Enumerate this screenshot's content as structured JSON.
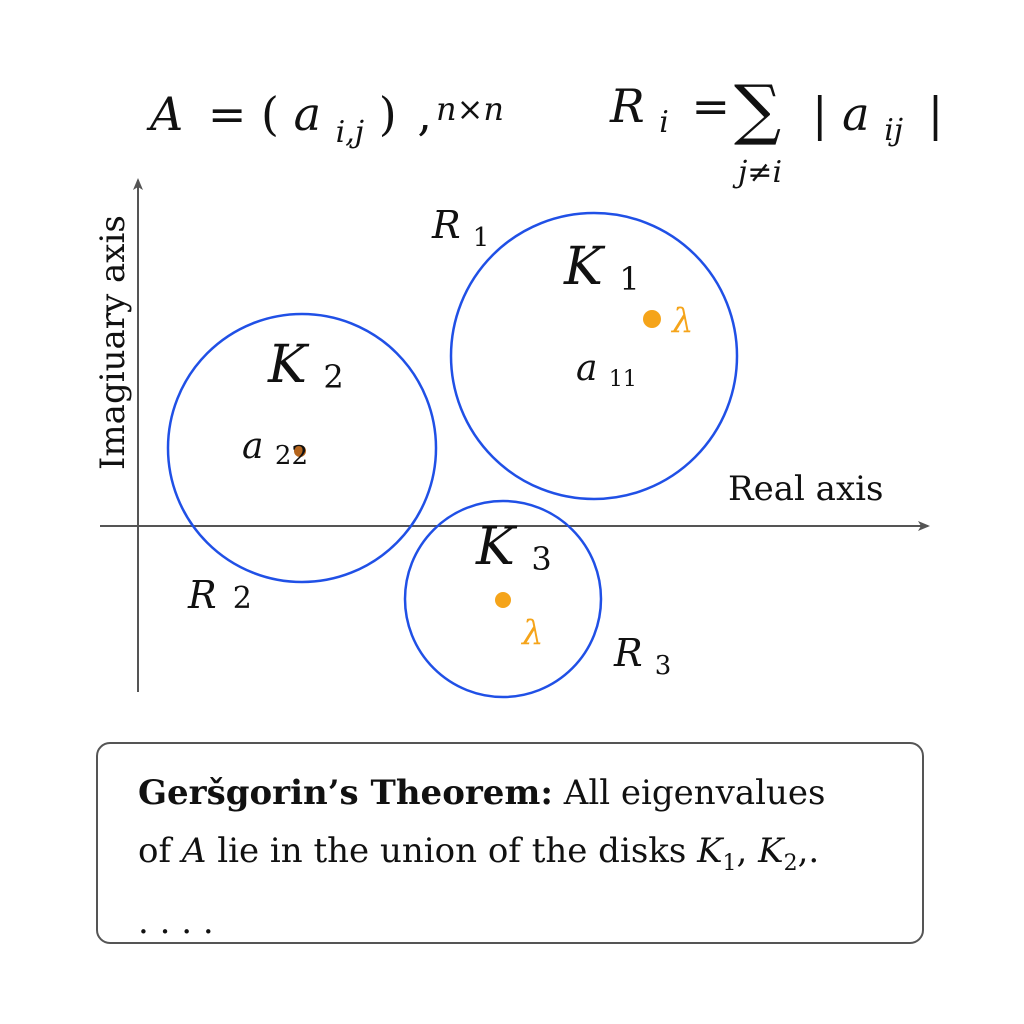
{
  "formulas": {
    "matrix_lhs": "A",
    "matrix_eq": "= (",
    "matrix_entry": "a",
    "matrix_entry_sub": "i,j",
    "matrix_close": ")",
    "matrix_comma": ",",
    "matrix_size": "n×n",
    "radius_lhs": "R",
    "radius_lhs_sub": "i",
    "radius_eq": "=",
    "sum_symbol": "∑",
    "sum_index": "j≠i",
    "abs_open": "|",
    "abs_entry": "a",
    "abs_entry_sub": "ij",
    "abs_close": "|"
  },
  "axes": {
    "y_label": "Imagiuary axis",
    "x_label": "Real axis"
  },
  "disks": {
    "k1": {
      "name": "K",
      "sub": "1",
      "radius_name": "R",
      "radius_sub": "1",
      "center_name": "a",
      "center_sub": "11",
      "eigen": "λ"
    },
    "k2": {
      "name": "K",
      "sub": "2",
      "radius_name": "R",
      "radius_sub": "2",
      "center_name": "a",
      "center_sub": "22"
    },
    "k3": {
      "name": "K",
      "sub": "3",
      "radius_name": "R",
      "radius_sub": "3",
      "eigen": "λ"
    }
  },
  "theorem": {
    "title": "Geršgorin’s Theorem:",
    "text1": " All eigenvalues",
    "text2": "of ",
    "matrix": "A",
    "text3": " lie in the union of the disks ",
    "k1": "K",
    "k1_sub": "1",
    "sep1": ", ",
    "k2": "K",
    "k2_sub": "2",
    "sep2": ",.",
    "ellipsis": ". . . ."
  },
  "colors": {
    "circle": "#2050E6",
    "eigen": "#F5A41A",
    "center_dot": "#B5651D",
    "axis": "#555555"
  }
}
